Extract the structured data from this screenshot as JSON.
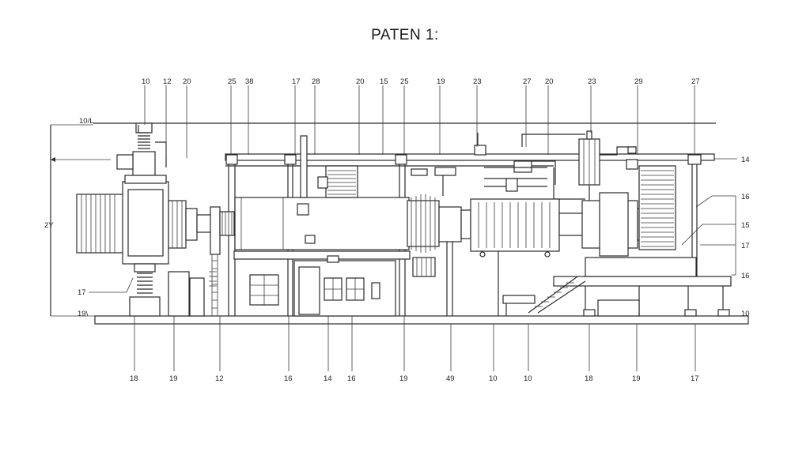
{
  "title": "PATEN 1:",
  "top_labels": [
    "10",
    "12",
    "20",
    "25",
    "38",
    "17",
    "28",
    "20",
    "15",
    "25",
    "19",
    "23",
    "27",
    "20",
    "23",
    "29",
    "27"
  ],
  "bottom_labels": [
    "18",
    "19",
    "12",
    "16",
    "14",
    "16",
    "19",
    "49",
    "10",
    "10",
    "18",
    "19",
    "17"
  ],
  "right_labels": [
    "14",
    "16",
    "15",
    "17",
    "16",
    "10"
  ],
  "left_labels": [
    "2Y",
    "17",
    "19\\"
  ],
  "corner_label": "10/L"
}
